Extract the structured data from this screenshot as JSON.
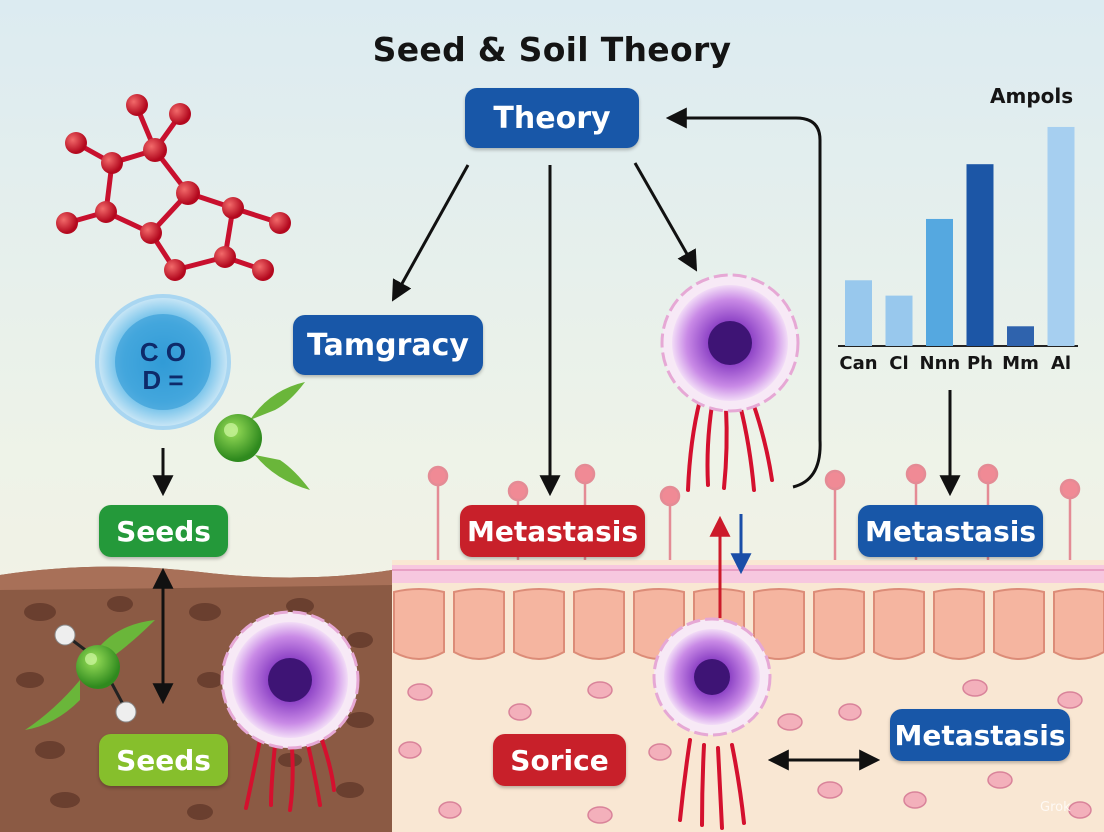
{
  "title": "Seed & Soil Theory",
  "labels": {
    "theory": "Theory",
    "tamgracy": "Tamgracy",
    "seeds_top": "Seeds",
    "seeds_bottom": "Seeds",
    "metastasis_center": "Metastasis",
    "metastasis_right": "Metastasis",
    "metastasis_bottom_right": "Metastasis",
    "sorice": "Sorice"
  },
  "cell_text": {
    "line1": "C O",
    "line2": "D ="
  },
  "watermark": "Grok",
  "colors": {
    "blue_box": "#1857a8",
    "green_box": "#24993a",
    "lime_box": "#86bf2c",
    "red_box": "#c8202a",
    "soil": "#8b5a44",
    "tissue": "#f8e4d4",
    "molecule": "#c8102e"
  },
  "chart_data": {
    "type": "bar",
    "title": "Ampols",
    "categories": [
      "Can",
      "Cl",
      "Nnn",
      "Ph",
      "Mm",
      "Al"
    ],
    "values": [
      30,
      23,
      58,
      83,
      9,
      100
    ],
    "ylim": [
      0,
      105
    ],
    "grid": false,
    "colors": [
      "#98c8ed",
      "#98c8ed",
      "#55a8e0",
      "#1c56a6",
      "#2f63ad",
      "#a6cff0"
    ]
  }
}
